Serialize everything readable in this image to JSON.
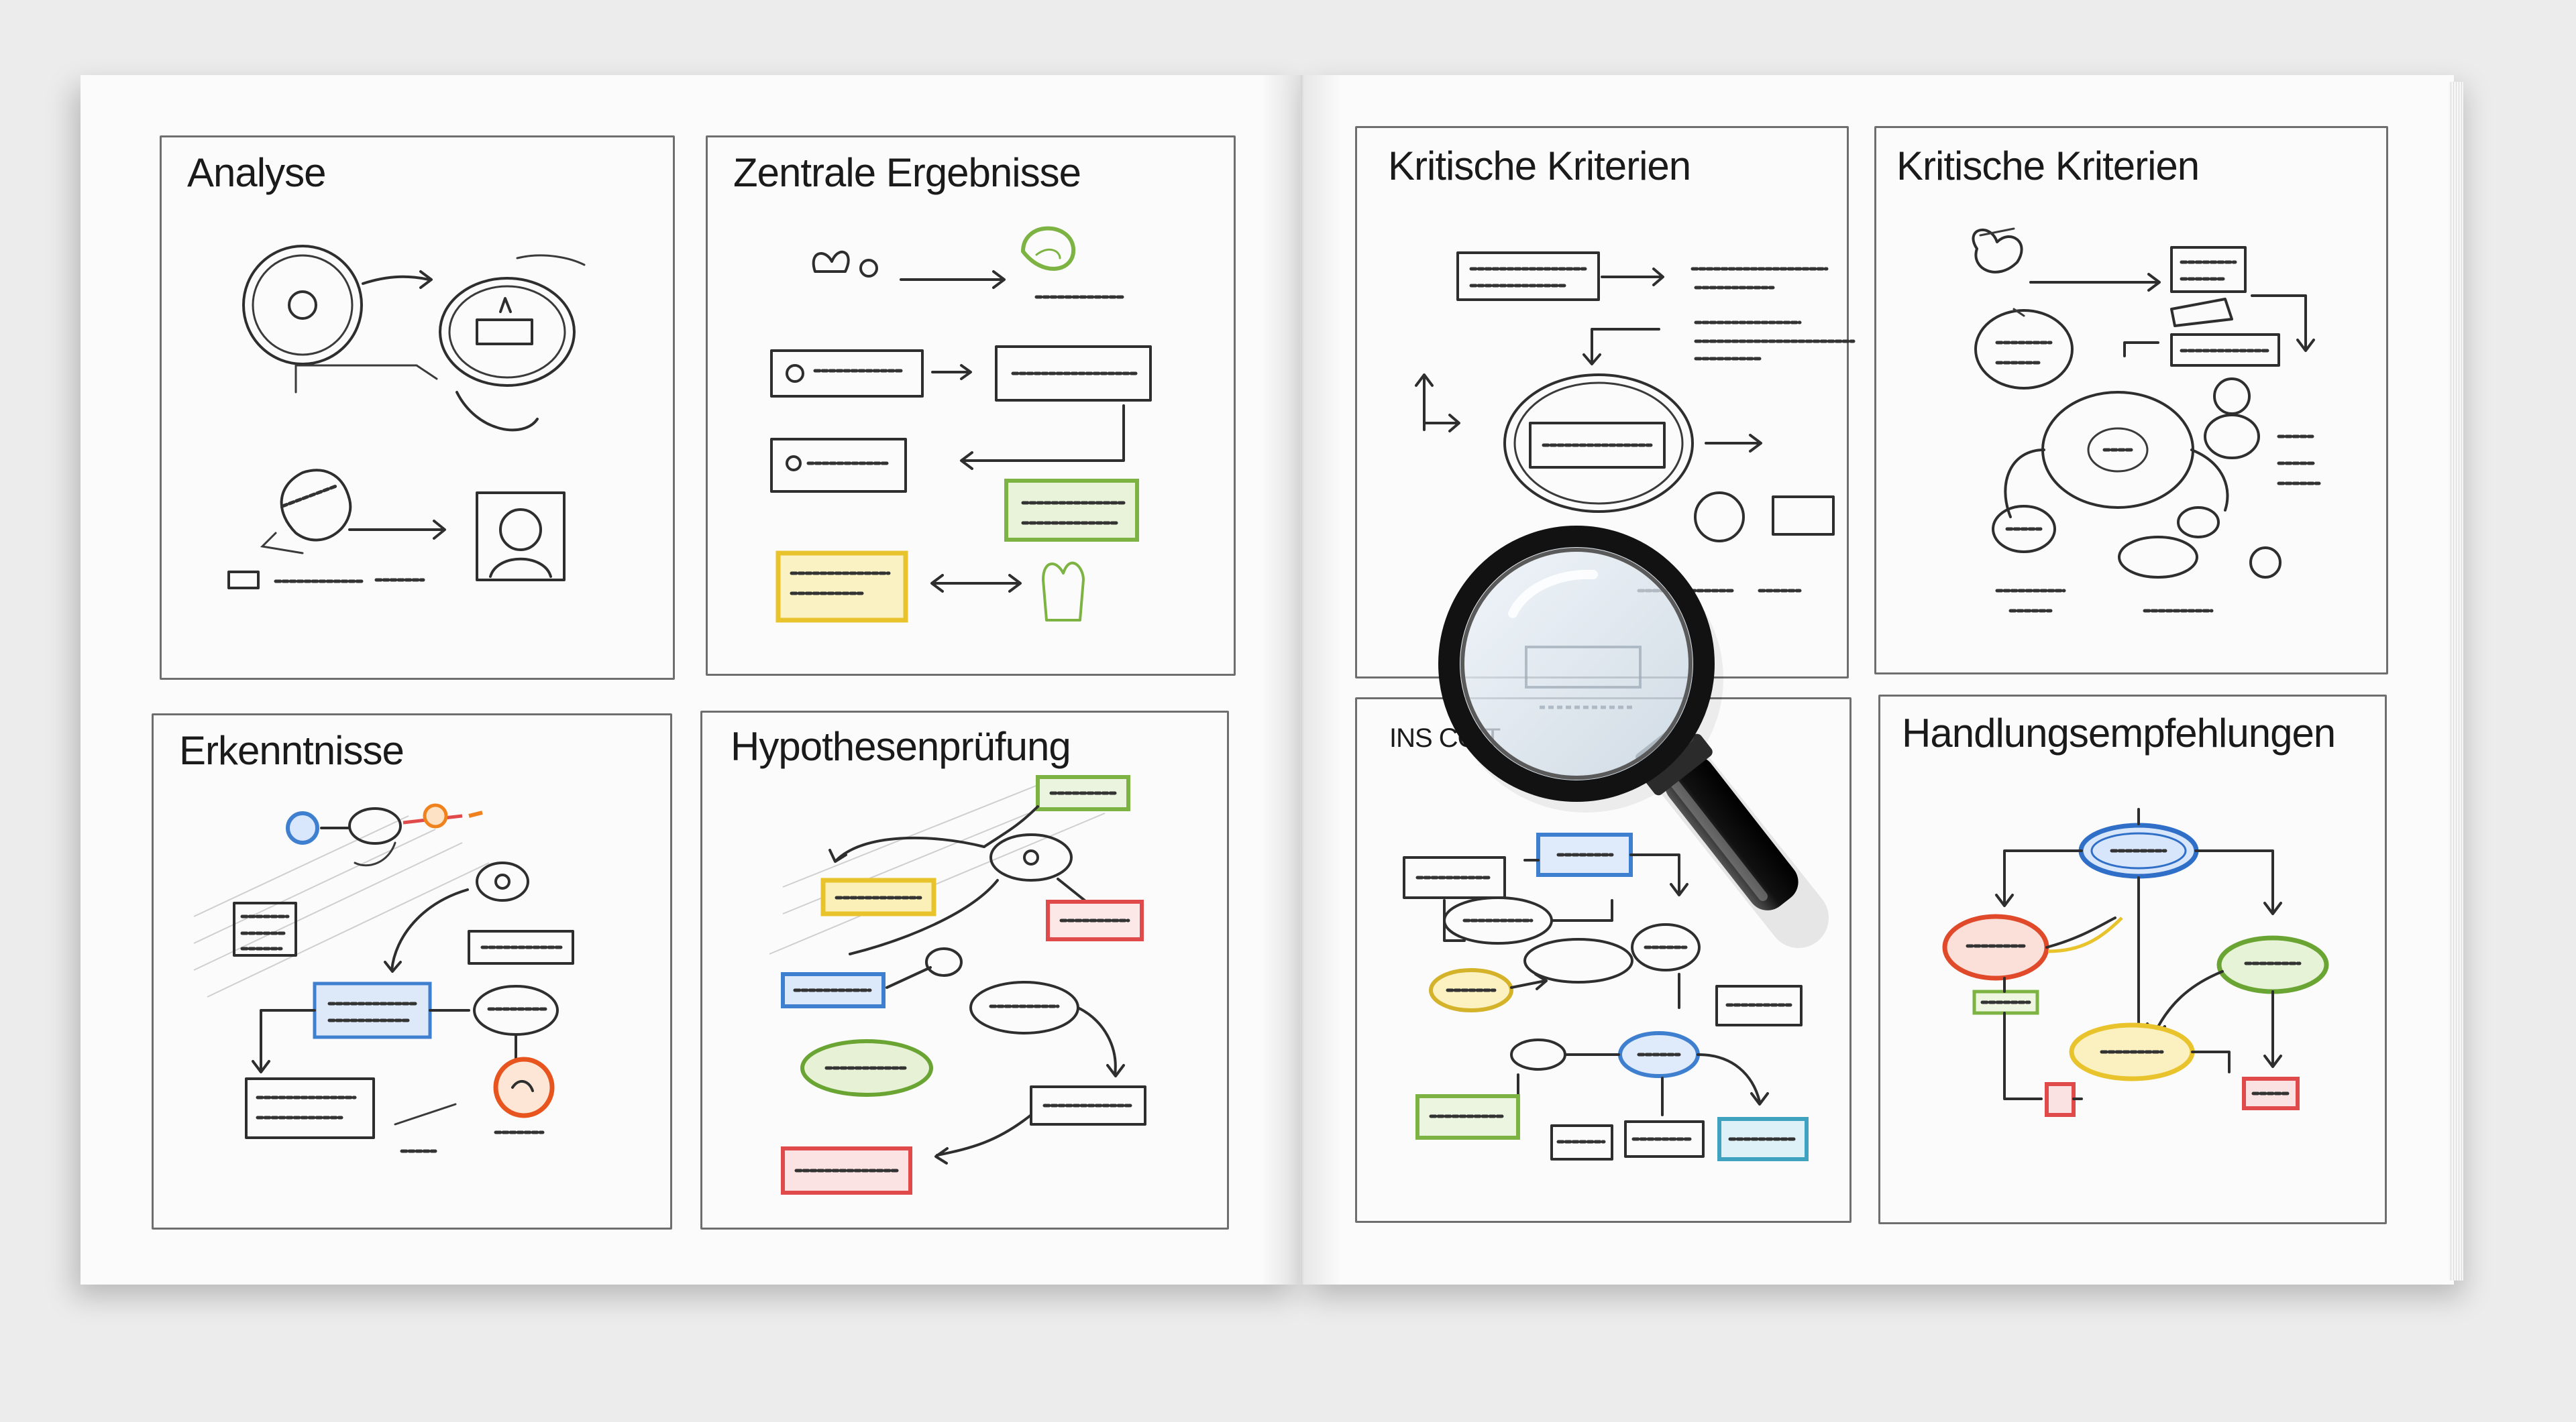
{
  "panels": [
    {
      "id": "analyse",
      "title": "Analyse"
    },
    {
      "id": "zentrale-ergebnisse",
      "title": "Zentrale Ergebnisse"
    },
    {
      "id": "erkenntnisse",
      "title": "Erkenntnisse"
    },
    {
      "id": "hypothesenpruefung",
      "title": "Hypothesenprüfung"
    },
    {
      "id": "kritische-kriterien-1",
      "title": "Kritische Kriterien"
    },
    {
      "id": "kritische-kriterien-2",
      "title": "Kritische Kriterien"
    },
    {
      "id": "inscoit",
      "title": "INS COIT"
    },
    {
      "id": "handlungsempfehlungen",
      "title": "Handlungsempfehlungen"
    }
  ],
  "colors": {
    "paper": "#fbfbfb",
    "background": "#ececec",
    "ink": "#2e2e2e",
    "accent_yellow": "#e8c32c",
    "accent_green": "#7cb342",
    "accent_blue": "#3f7fd0",
    "accent_red": "#e04a4a",
    "accent_orange": "#f0821e"
  },
  "icons": [
    "magnifying-glass-icon"
  ]
}
